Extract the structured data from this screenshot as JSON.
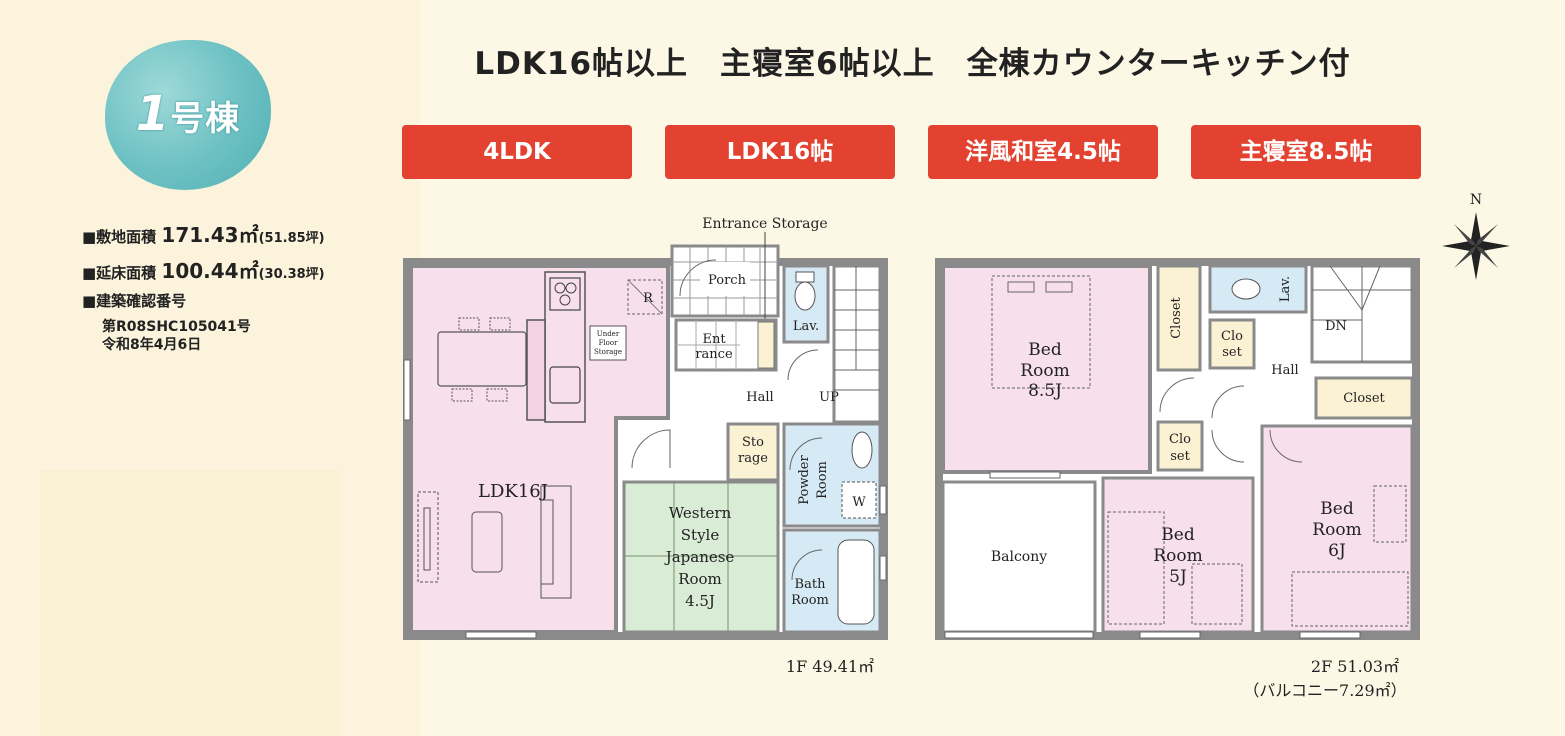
{
  "badge": {
    "number": "1",
    "suffix": "号棟"
  },
  "info": {
    "site_area_label": "■敷地面積",
    "site_area_value": "171.43㎡",
    "site_area_tsubo": "(51.85坪)",
    "floor_area_label": "■延床面積",
    "floor_area_value": "100.44㎡",
    "floor_area_tsubo": "(30.38坪)",
    "confirm_label": "■建築確認番号",
    "confirm_number": "第R08SHC105041号",
    "confirm_date": "令和8年4月6日"
  },
  "headline": "LDK16帖以上　主寝室6帖以上　全棟カウンターキッチン付",
  "tags": [
    "4LDK",
    "LDK16帖",
    "洋風和室4.5帖",
    "主寝室8.5帖"
  ],
  "colors": {
    "tag": "#e2422f",
    "badge": "#6cc0c2",
    "living_pink": "#f7dfec",
    "japanese_green": "#d9ecd5",
    "wet_blue": "#d5eaf5",
    "storage_cream": "#fbf2d4",
    "wall": "#8a8a8a"
  },
  "floor1": {
    "ldk": "LDK16J",
    "entrance_storage": "Entrance Storage",
    "porch": "Porch",
    "entrance_1": "Ent",
    "entrance_2": "rance",
    "lav": "Lav.",
    "hall": "Hall",
    "up": "UP",
    "storage_1": "Sto",
    "storage_2": "rage",
    "powder_1": "Powder",
    "powder_2": "Room",
    "w": "W",
    "japanese_1": "Western",
    "japanese_2": "Style",
    "japanese_3": "Japanese",
    "japanese_4": "Room",
    "japanese_5": "4.5J",
    "bath_1": "Bath",
    "bath_2": "Room",
    "underfloor_1": "Under",
    "underfloor_2": "Floor",
    "underfloor_3": "Storage",
    "r": "R",
    "area": "1F 49.41㎡"
  },
  "floor2": {
    "bed1_1": "Bed",
    "bed1_2": "Room",
    "bed1_3": "8.5J",
    "closet_v": "Closet",
    "closet1_1": "Clo",
    "closet1_2": "set",
    "lav": "Lav.",
    "dn": "DN",
    "hall": "Hall",
    "closet_h": "Closet",
    "closet2_1": "Clo",
    "closet2_2": "set",
    "balcony": "Balcony",
    "bed2_1": "Bed",
    "bed2_2": "Room",
    "bed2_3": "5J",
    "bed3_1": "Bed",
    "bed3_2": "Room",
    "bed3_3": "6J",
    "area": "2F 51.03㎡",
    "balcony_area": "（バルコニー7.29㎡）"
  },
  "compass": {
    "north": "N"
  }
}
